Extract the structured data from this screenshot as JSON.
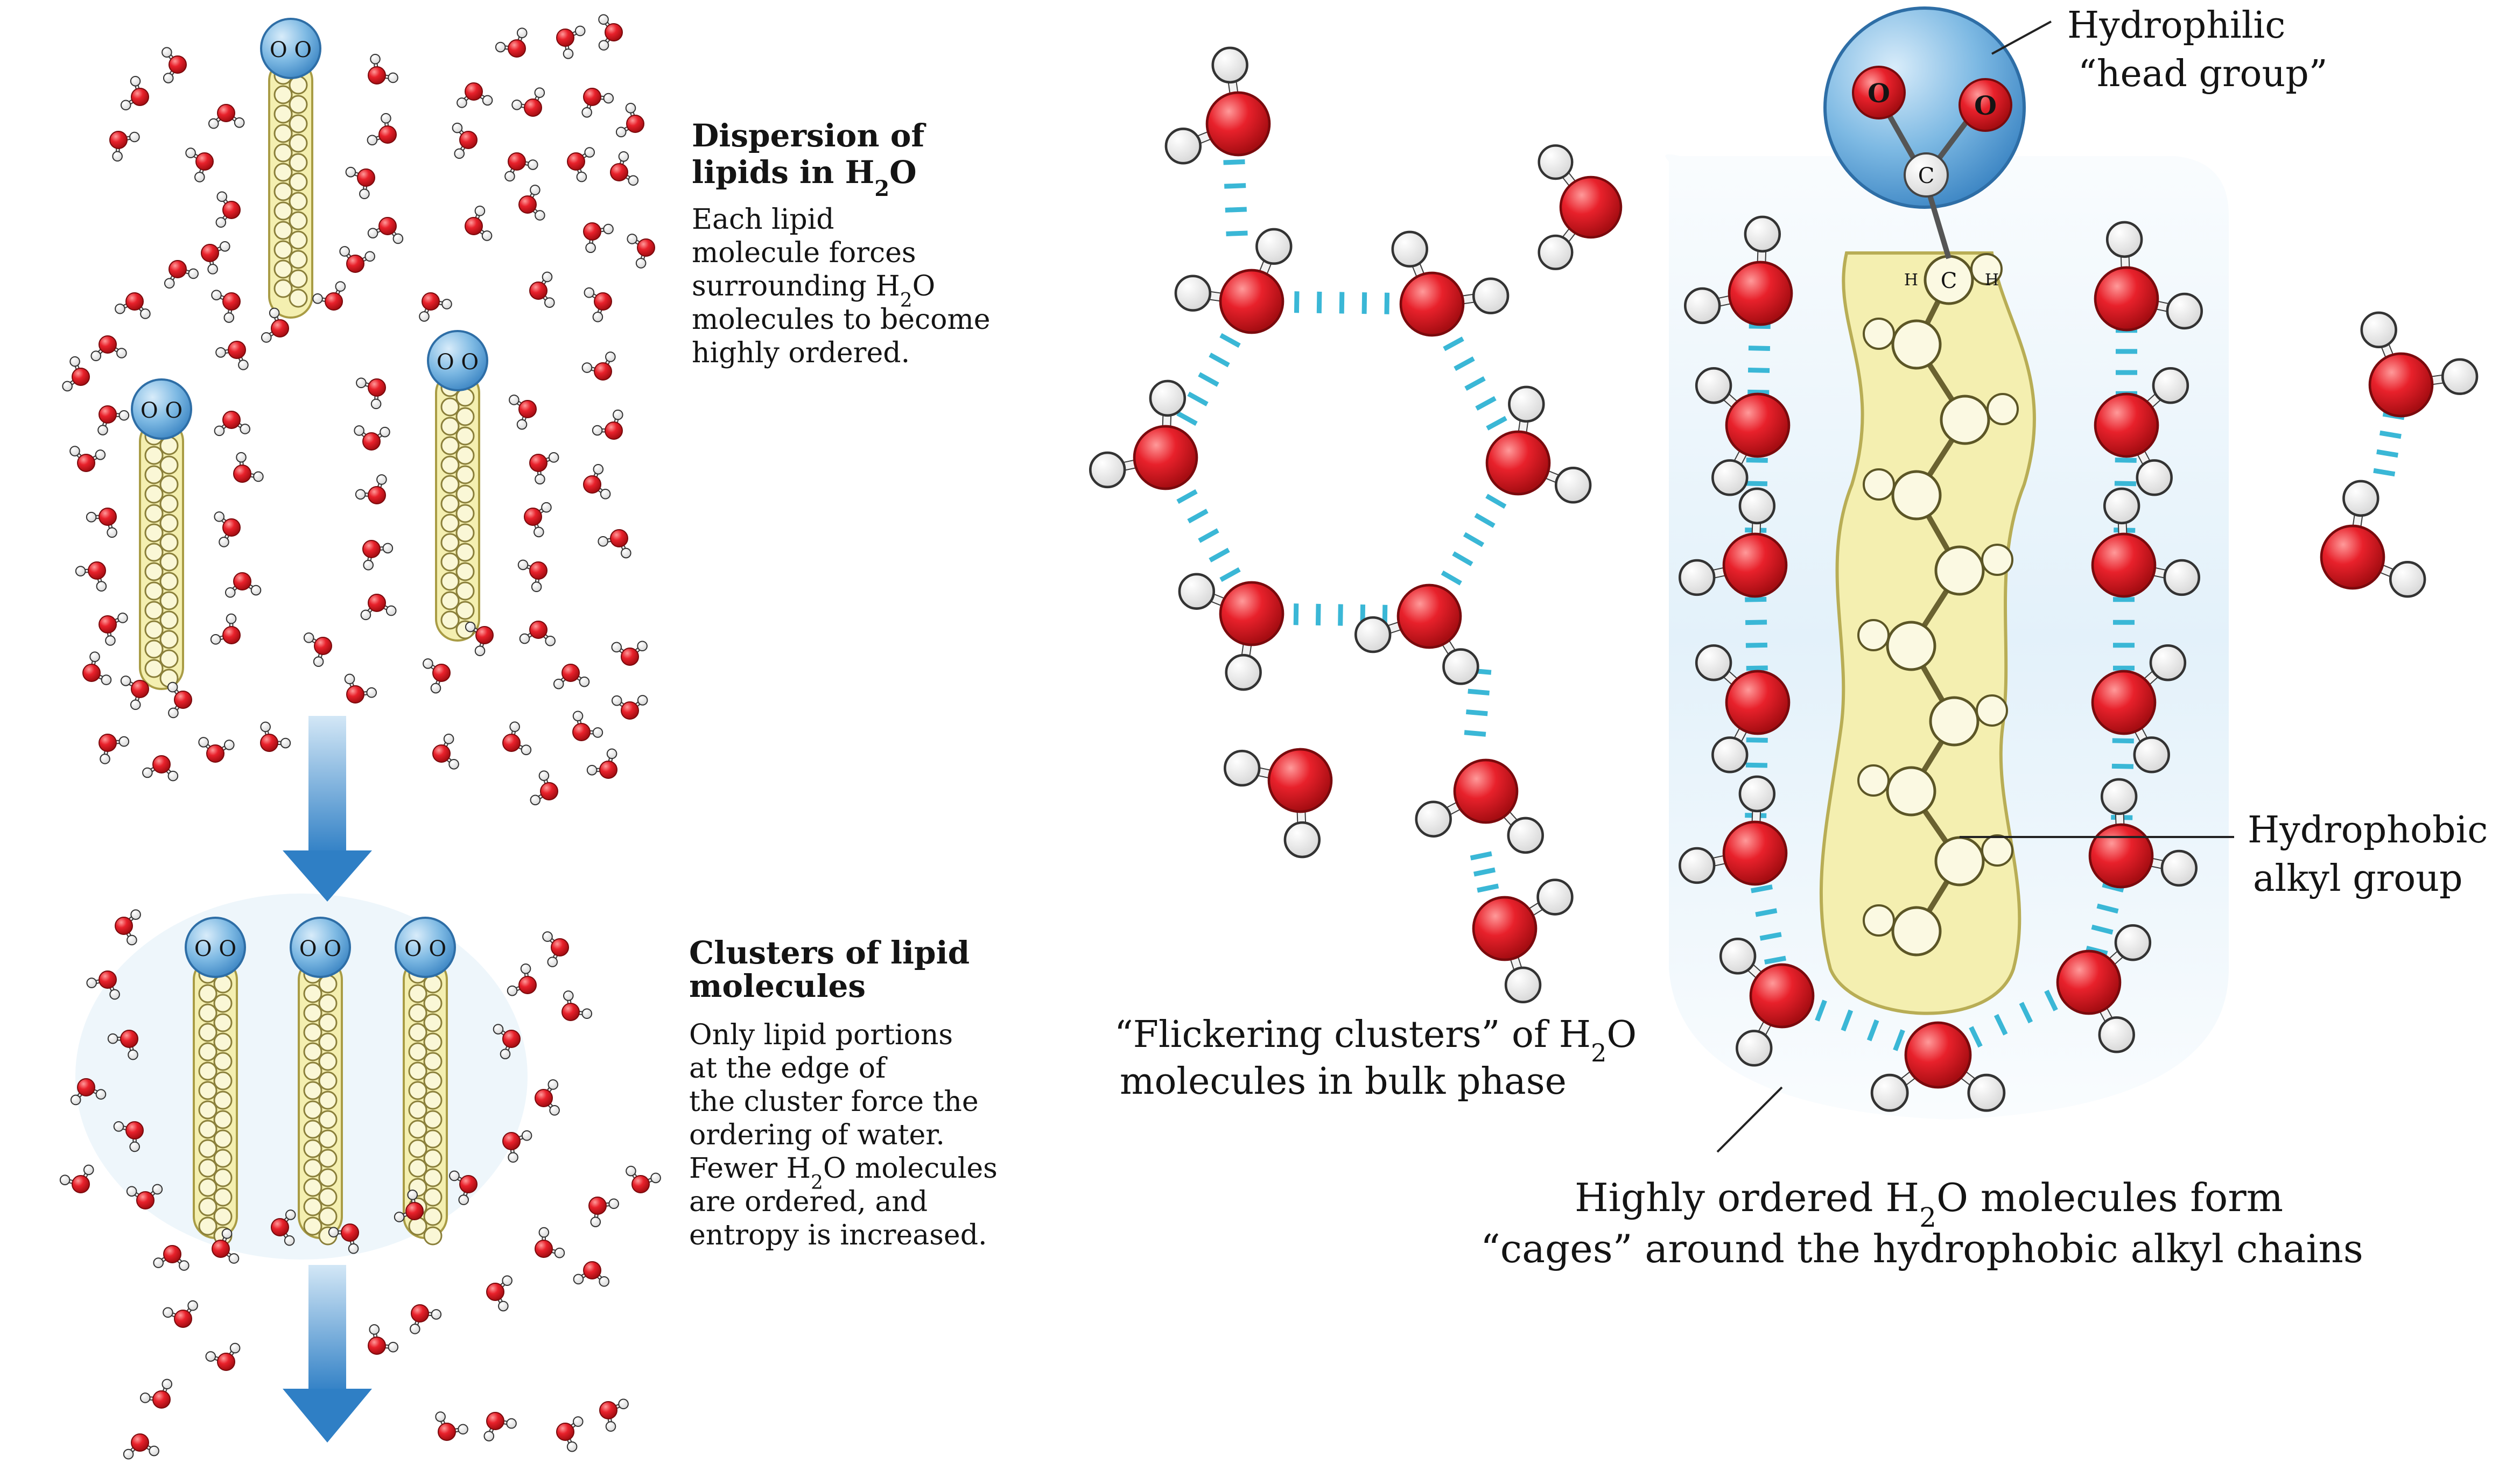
{
  "left_panel": {
    "dispersion": {
      "title_line1": "Dispersion of",
      "title_line2": "lipids in H",
      "title_sub": "2",
      "title_end": "O",
      "body": [
        {
          "a": "Each lipid"
        },
        {
          "a": "molecule forces"
        },
        {
          "a": "surrounding H",
          "sub": "2",
          "b": "O"
        },
        {
          "a": "molecules to become"
        },
        {
          "a": "highly ordered."
        }
      ]
    },
    "clusters": {
      "title_line1": "Clusters of lipid",
      "title_line2": "molecules",
      "body": [
        {
          "a": "Only lipid portions"
        },
        {
          "a": "at the edge of"
        },
        {
          "a": "the cluster force the"
        },
        {
          "a": "ordering of water."
        },
        {
          "a": "Fewer H",
          "sub": "2",
          "b": "O molecules"
        },
        {
          "a": "are ordered, and"
        },
        {
          "a": "entropy is increased."
        }
      ]
    },
    "head_text": "O O"
  },
  "bulk": {
    "line1_a": "“Flickering clusters” of H",
    "line1_sub": "2",
    "line1_b": "O",
    "line2": "molecules in bulk phase"
  },
  "cage": {
    "head_label_line1": "Hydrophilic",
    "head_label_line2": "“head group”",
    "tail_label_line1": "Hydrophobic",
    "tail_label_line2": "alkyl group",
    "bottom_line1_a": "Highly ordered H",
    "bottom_line1_sub": "2",
    "bottom_line1_b": "O molecules form",
    "bottom_line2": "“cages” around the hydrophobic alkyl chains",
    "atom_O": "O",
    "atom_C": "C",
    "atom_H": "H"
  },
  "colors": {
    "oxygen": "#e8212b",
    "hydrogen": "#ffffff",
    "hbond": "#3ab7d6",
    "tail": "#f4efb0",
    "head": "#6fb0df",
    "cage": "#e6f3fa",
    "arrow": "#3f8fd0"
  }
}
